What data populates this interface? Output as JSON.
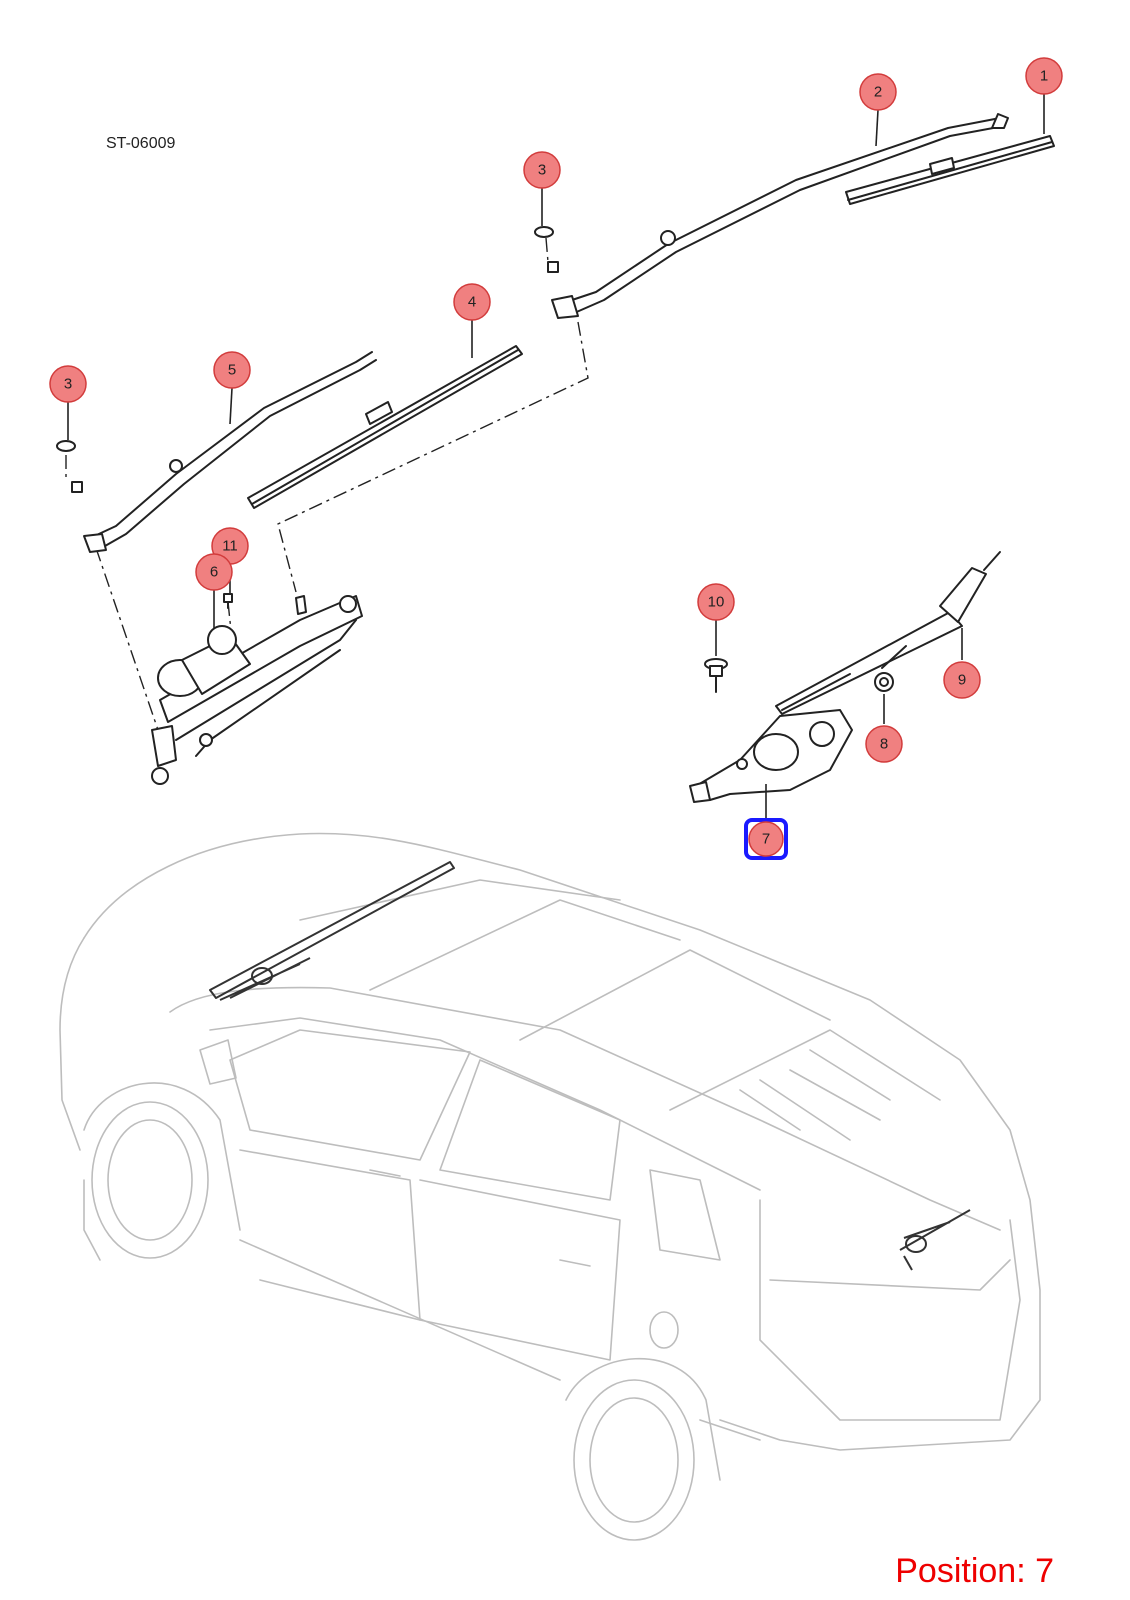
{
  "diagram": {
    "ref_code": "ST-06009",
    "position_label": "Position: 7",
    "highlight_color": "#1a1aff",
    "callout_color": "#f08080",
    "callouts": [
      {
        "label": "1",
        "highlighted": false
      },
      {
        "label": "2",
        "highlighted": false
      },
      {
        "label": "3",
        "highlighted": false
      },
      {
        "label": "4",
        "highlighted": false
      },
      {
        "label": "3",
        "highlighted": false
      },
      {
        "label": "5",
        "highlighted": false
      },
      {
        "label": "11",
        "highlighted": false
      },
      {
        "label": "6",
        "highlighted": false
      },
      {
        "label": "10",
        "highlighted": false
      },
      {
        "label": "9",
        "highlighted": false
      },
      {
        "label": "8",
        "highlighted": false
      },
      {
        "label": "7",
        "highlighted": true
      }
    ]
  }
}
